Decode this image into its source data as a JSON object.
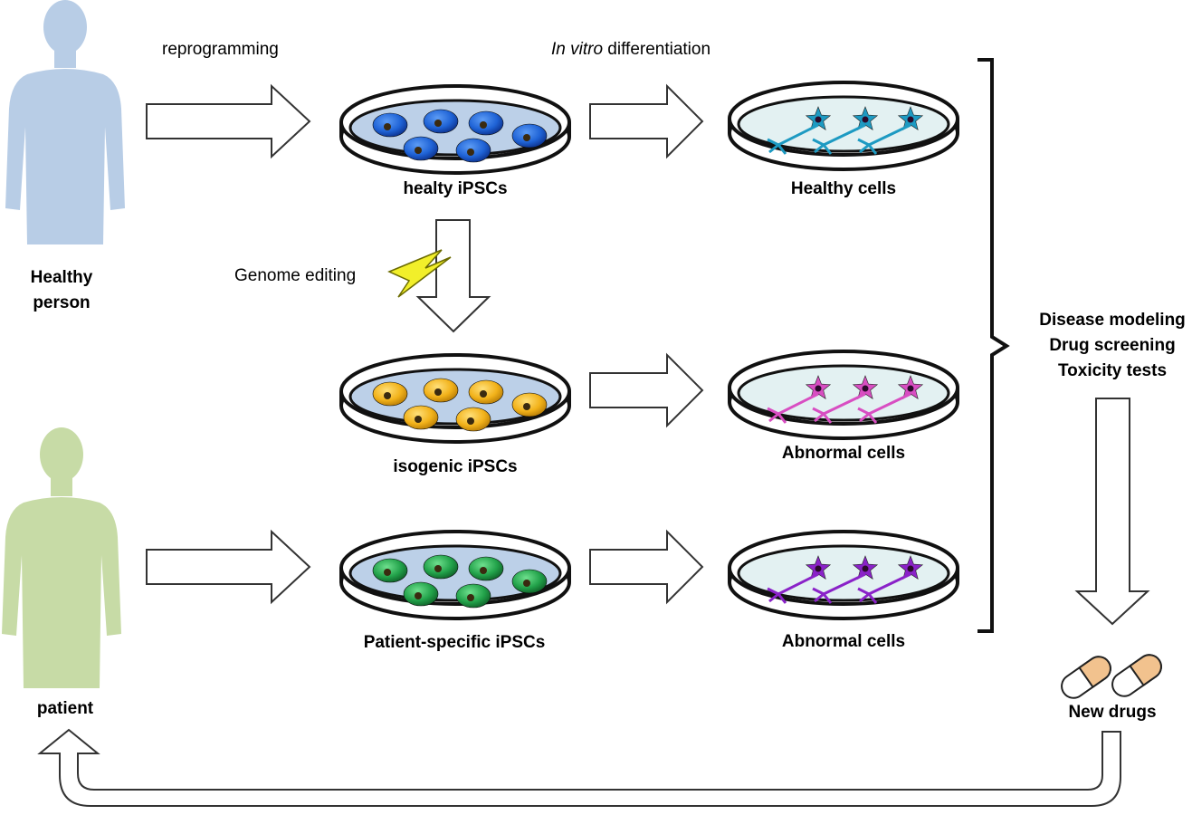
{
  "labels": {
    "healthy_person": [
      "Healthy",
      "person"
    ],
    "patient": "patient",
    "reprogramming": "reprogramming",
    "in_vitro_italic": "In vitro",
    "in_vitro_rest": " differentiation",
    "genome_editing": "Genome editing",
    "healty_ipscs": "healty iPSCs",
    "isogenic_ipscs": "isogenic iPSCs",
    "patient_specific_ipscs": "Patient-specific iPSCs",
    "healthy_cells": "Healthy cells",
    "abnormal_cells_1": "Abnormal cells",
    "abnormal_cells_2": "Abnormal cells",
    "applications": [
      "Disease modeling",
      "Drug screening",
      "Toxicity tests"
    ],
    "new_drugs": "New drugs"
  },
  "colors": {
    "healthy_silhouette": "#b8cde6",
    "patient_silhouette": "#c7dba6",
    "dish_fill": "#bcd0e8",
    "neuron_dish_fill": "#e3f1f2",
    "ipsc_blue": "#1f63d6",
    "ipsc_yellow": "#f2b21a",
    "ipsc_green": "#22a24a",
    "neuron_blue": "#1d9ac2",
    "neuron_pink": "#d84ec2",
    "neuron_purple": "#8a22c8",
    "lightning": "#f2ef2a",
    "capsule_tan": "#f2c28e"
  },
  "icons": [
    "person-silhouette",
    "petri-dish",
    "neuron-cell",
    "lightning-bolt",
    "capsule"
  ]
}
